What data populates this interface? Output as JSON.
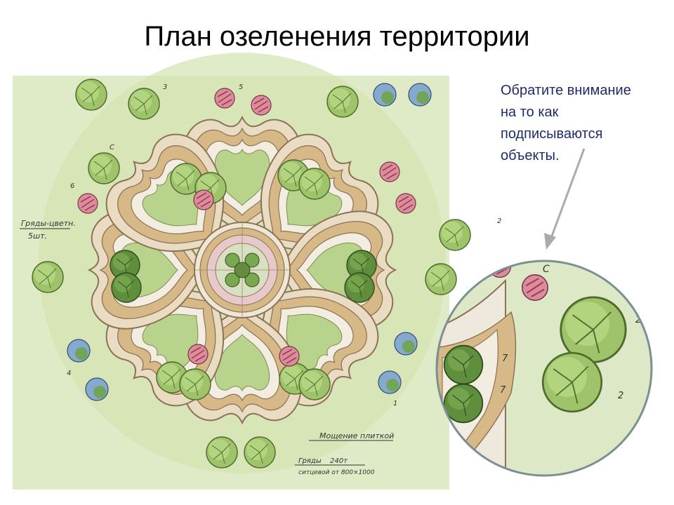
{
  "slide": {
    "title": "План озеленения территории"
  },
  "note": {
    "lines": [
      "Обратите внимание",
      "на то как",
      "подписываются",
      "объекты."
    ]
  },
  "plan_labels": {
    "flowerbed": "Гряды-цветн.",
    "flowerbed_qty": "5шт.",
    "paving": "Мощение плиткой",
    "beds": "Гряды",
    "beds_dim": "240т",
    "beds_sub": "ситцевой от 800×1000",
    "tree_numbers": [
      "1",
      "2",
      "3",
      "4",
      "5",
      "6",
      "7"
    ],
    "shrub_letter": "С"
  },
  "colors": {
    "grass": "#d7e6b9",
    "path": "#efe9dd",
    "bed": "#d9bb8d",
    "tree_light": "#9ec36a",
    "tree_dark": "#5f8f3c",
    "shrub": "#c4506b",
    "blue_tree": "#5f86b6",
    "lens_ring": "#7c8f92",
    "arrow": "#a8acb0",
    "note_text": "#1f2a6b"
  }
}
